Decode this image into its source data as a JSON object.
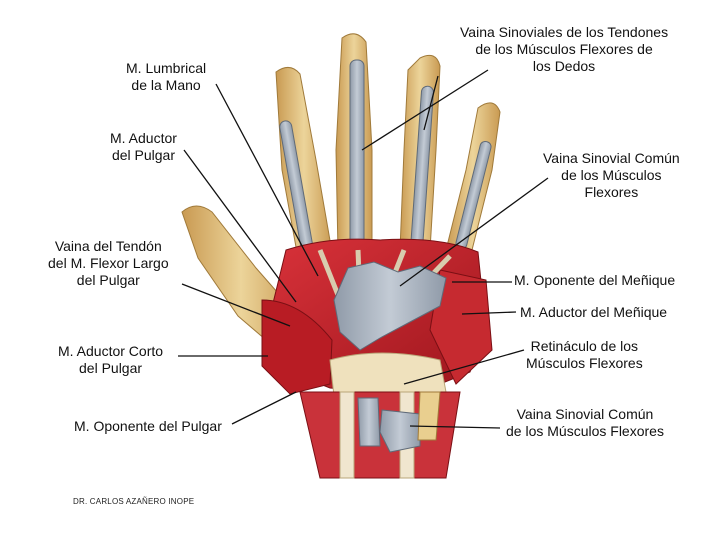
{
  "labels": {
    "lumbrical": [
      "M. Lumbrical",
      "de la Mano"
    ],
    "aductor": [
      "M. Aductor",
      "del Pulgar"
    ],
    "vaina_flexor_largo": [
      "Vaina del Tendón",
      "del M. Flexor Largo",
      "del Pulgar"
    ],
    "aductor_corto": [
      "M. Aductor Corto",
      "del Pulgar"
    ],
    "oponente_pulgar": [
      "M. Oponente del Pulgar"
    ],
    "vainas_dedos": [
      "Vaina Sinoviales de los Tendones",
      "de los Músculos Flexores de",
      "los Dedos"
    ],
    "vaina_comun": [
      "Vaina Sinovial Común",
      "de los Músculos",
      "Flexores"
    ],
    "oponente_menique": [
      "M. Oponente del Meñique"
    ],
    "aductor_menique": [
      "M. Aductor del Meñique"
    ],
    "retinaculo": [
      "Retináculo de los",
      "Músculos Flexores"
    ],
    "vaina_comun_inferior": [
      "Vaina Sinovial Común",
      "de los Músculos Flexores"
    ]
  },
  "credit": "DR. CARLOS AZAÑERO INOPE",
  "colors": {
    "skin": "#e2c07c",
    "skin_dark": "#b98d46",
    "muscle": "#c8222a",
    "muscle_dark": "#8e1218",
    "sheath": "#a9b3c0",
    "tendon": "#efe6cf",
    "leader": "#111111"
  }
}
